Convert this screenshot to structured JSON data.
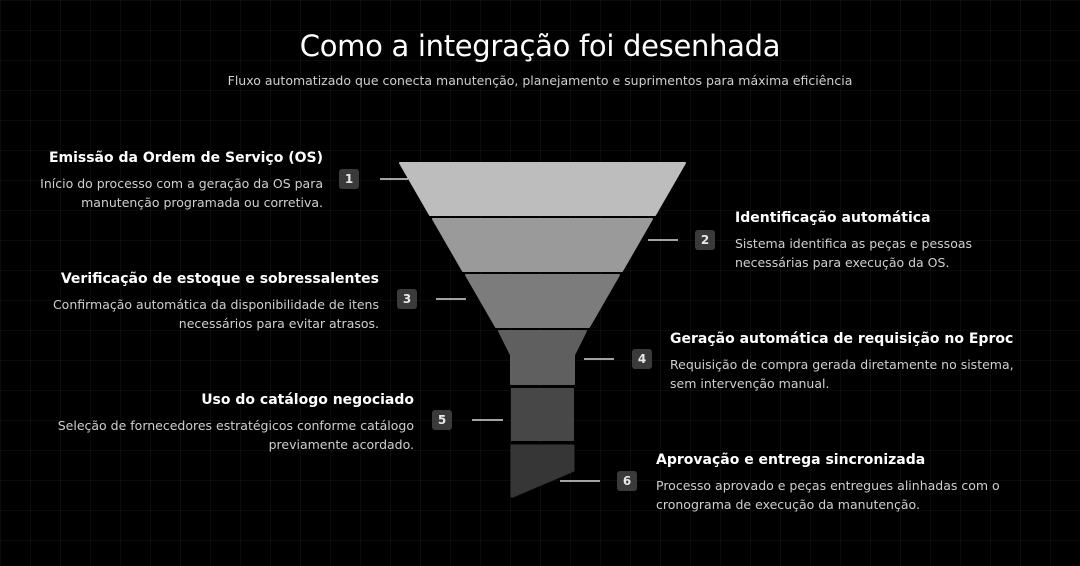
{
  "header": {
    "title": "Como a integração foi desenhada",
    "subtitle": "Fluxo automatizado que conecta manutenção, planejamento e suprimentos para máxima eficiência"
  },
  "steps": [
    {
      "number": "1",
      "title": "Emissão da Ordem de Serviço (OS)",
      "desc1": "Início do processo com a geração da OS para",
      "desc2": "manutenção programada ou corretiva."
    },
    {
      "number": "2",
      "title": "Identificação automática",
      "desc1": "Sistema identifica as peças e pessoas",
      "desc2": "necessárias para execução da OS."
    },
    {
      "number": "3",
      "title": "Verificação de estoque e sobressalentes",
      "desc1": "Confirmação automática da disponibilidade de itens",
      "desc2": "necessários para evitar atrasos."
    },
    {
      "number": "4",
      "title": "Geração automática de requisição no Eproc",
      "desc1": "Requisição de compra gerada diretamente no sistema,",
      "desc2": "sem intervenção manual."
    },
    {
      "number": "5",
      "title": "Uso do catálogo negociado",
      "desc1": "Seleção de fornecedores estratégicos conforme catálogo",
      "desc2": "previamente acordado."
    },
    {
      "number": "6",
      "title": "Aprovação e entrega sincronizada",
      "desc1": "Processo aprovado e peças entregues alinhadas com o",
      "desc2": "cronograma de execução da manutenção."
    }
  ],
  "colors": {
    "background": "#000000",
    "layer1": "#bdbdbd",
    "layer2": "#9a9a9a",
    "layer3": "#7c7c7c",
    "layer4": "#5f5f5f",
    "layer5": "#474747",
    "layer6": "#363636",
    "badge": "#3a3a3a"
  }
}
